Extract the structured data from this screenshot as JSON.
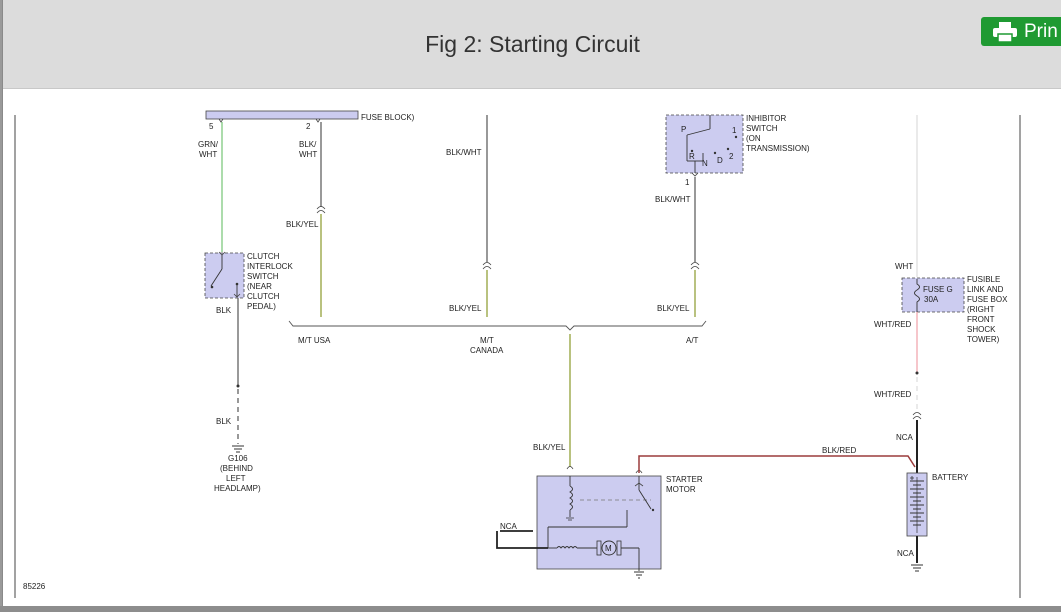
{
  "header": {
    "title": "Fig 2: Starting Circuit",
    "print_label": "Prin"
  },
  "colors": {
    "green_wire": "#7fc97f",
    "blk_wire": "#555555",
    "yel_wire": "#8a9a2a",
    "red_wire": "#9b3b3b",
    "component_fill": "#ccccf0"
  },
  "diagram": {
    "fuse_block": "FUSE BLOCK)",
    "pin5": "5",
    "pin2": "2",
    "grn_wht_1": "GRN/",
    "grn_wht_2": "WHT",
    "blk_wht_a1": "BLK/",
    "blk_wht_a2": "WHT",
    "blk_yel_a": "BLK/YEL",
    "clutch_1": "CLUTCH",
    "clutch_2": "INTERLOCK",
    "clutch_3": "SWITCH",
    "clutch_4": "(NEAR",
    "clutch_5": "CLUTCH",
    "clutch_6": "PEDAL)",
    "blk_1": "BLK",
    "blk_2": "BLK",
    "g106_1": "G106",
    "g106_2": "(BEHIND",
    "g106_3": "LEFT",
    "g106_4": "HEADLAMP)",
    "blk_wht_mid": "BLK/WHT",
    "blk_yel_mid": "BLK/YEL",
    "mt_usa": "M/T USA",
    "mt_canada_1": "M/T",
    "mt_canada_2": "CANADA",
    "at": "A/T",
    "inhibitor_1": "INHIBITOR",
    "inhibitor_2": "SWITCH",
    "inhibitor_3": "(ON",
    "inhibitor_4": "TRANSMISSION)",
    "sw_p": "P",
    "sw_r": "R",
    "sw_n": "N",
    "sw_d": "D",
    "sw_1": "1",
    "sw_2": "2",
    "sw_pin1": "1",
    "blk_wht_right": "BLK/WHT",
    "blk_yel_right": "BLK/YEL",
    "blk_yel_bottom": "BLK/YEL",
    "starter_1": "STARTER",
    "starter_2": "MOTOR",
    "motor_m": "M",
    "nca_starter": "NCA",
    "blk_red": "BLK/RED",
    "wht": "WHT",
    "fuse_g_1": "FUSE G",
    "fuse_g_2": "30A",
    "fusible_1": "FUSIBLE",
    "fusible_2": "LINK AND",
    "fusible_3": "FUSE BOX",
    "fusible_4": "(RIGHT",
    "fusible_5": "FRONT",
    "fusible_6": "SHOCK",
    "fusible_7": "TOWER)",
    "wht_red_1": "WHT/RED",
    "wht_red_2": "WHT/RED",
    "nca_top": "NCA",
    "nca_bottom": "NCA",
    "battery": "BATTERY",
    "fig_num": "85226"
  }
}
